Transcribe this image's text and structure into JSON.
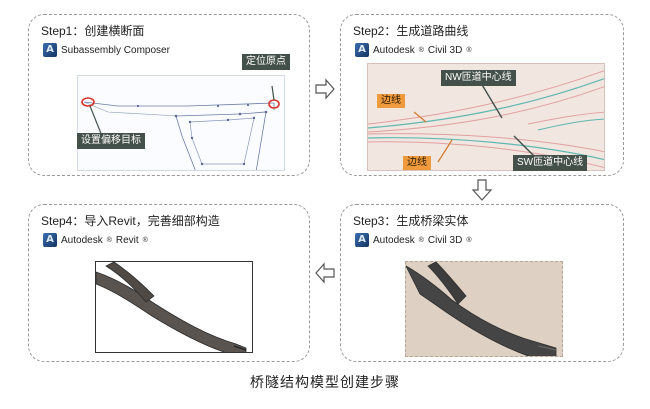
{
  "steps": [
    {
      "title": "Step1：创建横断面",
      "app": "Subassembly Composer",
      "callouts": {
        "origin": "定位原点",
        "offset_target": "设置偏移目标"
      }
    },
    {
      "title": "Step2：生成道路曲线",
      "app_brand": "Autodesk",
      "app_name": "Civil 3D",
      "callouts": {
        "nw_line": "NW匝道中心线",
        "sw_line": "SW匝道中心线",
        "edge_1": "边线",
        "edge_2": "边线"
      }
    },
    {
      "title": "Step3：生成桥梁实体",
      "app_brand": "Autodesk",
      "app_name": "Civil 3D"
    },
    {
      "title": "Step4：导入Revit，完善细部构造",
      "app_brand": "Autodesk",
      "app_name": "Revit"
    }
  ],
  "caption": "桥隧结构模型创建步骤",
  "colors": {
    "callout_bg": "#44504a",
    "edge_tag": "#f09a3e",
    "highlight_ring": "#d8322a",
    "road_centerline": "#5fb8b0",
    "road_edge": "#e0a0a0",
    "bridge_solid": "#454545"
  },
  "icons": [
    "autodesk-logo-icon",
    "arrow-right-icon",
    "arrow-down-icon",
    "arrow-left-icon"
  ]
}
